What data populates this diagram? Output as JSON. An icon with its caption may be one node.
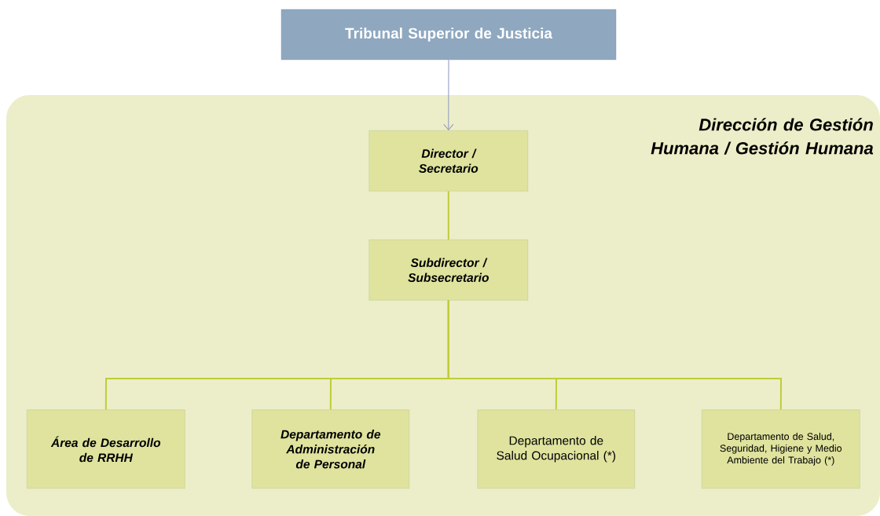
{
  "diagram": {
    "nodes": [
      {
        "text": [
          "Tribunal Superior de Justicia"
        ]
      },
      {
        "text": [
          "Dirección de Gestión Humana / Gestión Humana"
        ]
      },
      {
        "text": [
          "Director / Secretario"
        ],
        "in": 1
      },
      {
        "text": [
          "Subdirector / Subsecretario"
        ],
        "in": 1
      },
      {
        "text": [
          "Área de Desarrollo de RRHH"
        ],
        "in": 1
      },
      {
        "text": [
          "Departamento de Administración de Personal"
        ],
        "in": 1
      },
      {
        "text": [
          "Departamento de Salud Ocupacional (*)"
        ],
        "in": 1
      },
      {
        "text": [
          "Departamento de Salud, Seguridad, Higiene y Medio Ambiente del Trabajo (*)"
        ],
        "in": 1
      }
    ],
    "edges": [
      {
        "from": 0,
        "to": 2,
        "arrow": "to",
        "color": "#8a95c0"
      },
      {
        "from": 2,
        "to": 3,
        "arrow": "none"
      },
      {
        "from": 3,
        "to": 4,
        "arrow": "none"
      },
      {
        "from": 3,
        "to": 5,
        "arrow": "none"
      },
      {
        "from": 3,
        "to": 6,
        "arrow": "none"
      },
      {
        "from": 3,
        "to": 7,
        "arrow": "none"
      }
    ]
  }
}
